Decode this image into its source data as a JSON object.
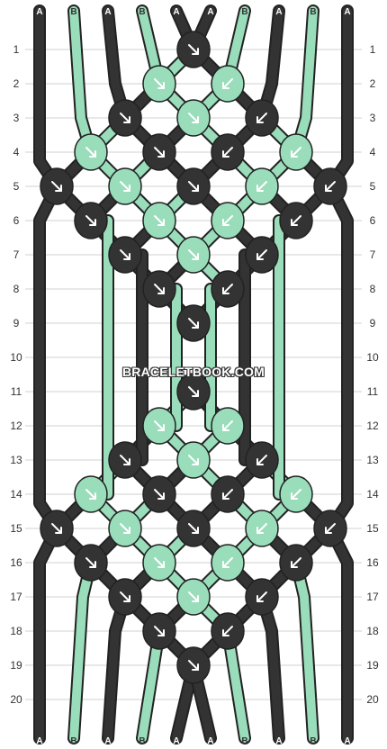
{
  "watermark": "BRACELETBOOK.COM",
  "colors": {
    "A": "#333333",
    "B": "#99DDBB",
    "grid": "#d0d0d0",
    "arrow": "#ffffff"
  },
  "strands_top": [
    "A",
    "B",
    "A",
    "B",
    "A",
    "A",
    "B",
    "A",
    "B",
    "A"
  ],
  "strands_bottom": [
    "A",
    "B",
    "A",
    "B",
    "A",
    "A",
    "B",
    "A",
    "B",
    "A"
  ],
  "row_labels": [
    "1",
    "2",
    "3",
    "4",
    "5",
    "6",
    "7",
    "8",
    "9",
    "10",
    "11",
    "12",
    "13",
    "14",
    "15",
    "16",
    "17",
    "18",
    "19",
    "20"
  ],
  "knots": [
    {
      "row": 1,
      "col": 4,
      "color": "A",
      "dir": "se"
    },
    {
      "row": 2,
      "col": 3,
      "color": "B",
      "dir": "se"
    },
    {
      "row": 2,
      "col": 5,
      "color": "B",
      "dir": "sw"
    },
    {
      "row": 3,
      "col": 2,
      "color": "A",
      "dir": "se"
    },
    {
      "row": 3,
      "col": 4,
      "color": "B",
      "dir": "se"
    },
    {
      "row": 3,
      "col": 6,
      "color": "A",
      "dir": "sw"
    },
    {
      "row": 4,
      "col": 1,
      "color": "B",
      "dir": "se"
    },
    {
      "row": 4,
      "col": 3,
      "color": "A",
      "dir": "se"
    },
    {
      "row": 4,
      "col": 5,
      "color": "A",
      "dir": "sw"
    },
    {
      "row": 4,
      "col": 7,
      "color": "B",
      "dir": "sw"
    },
    {
      "row": 5,
      "col": 0,
      "color": "A",
      "dir": "se"
    },
    {
      "row": 5,
      "col": 2,
      "color": "B",
      "dir": "se"
    },
    {
      "row": 5,
      "col": 4,
      "color": "A",
      "dir": "se"
    },
    {
      "row": 5,
      "col": 6,
      "color": "B",
      "dir": "sw"
    },
    {
      "row": 5,
      "col": 8,
      "color": "A",
      "dir": "sw"
    },
    {
      "row": 6,
      "col": 1,
      "color": "A",
      "dir": "se"
    },
    {
      "row": 6,
      "col": 3,
      "color": "B",
      "dir": "se"
    },
    {
      "row": 6,
      "col": 5,
      "color": "B",
      "dir": "sw"
    },
    {
      "row": 6,
      "col": 7,
      "color": "A",
      "dir": "sw"
    },
    {
      "row": 7,
      "col": 2,
      "color": "A",
      "dir": "se"
    },
    {
      "row": 7,
      "col": 4,
      "color": "B",
      "dir": "se"
    },
    {
      "row": 7,
      "col": 6,
      "color": "A",
      "dir": "sw"
    },
    {
      "row": 8,
      "col": 3,
      "color": "A",
      "dir": "se"
    },
    {
      "row": 8,
      "col": 5,
      "color": "A",
      "dir": "sw"
    },
    {
      "row": 9,
      "col": 4,
      "color": "A",
      "dir": "se"
    },
    {
      "row": 11,
      "col": 4,
      "color": "A",
      "dir": "se"
    },
    {
      "row": 12,
      "col": 3,
      "color": "B",
      "dir": "se"
    },
    {
      "row": 12,
      "col": 5,
      "color": "B",
      "dir": "sw"
    },
    {
      "row": 13,
      "col": 2,
      "color": "A",
      "dir": "se"
    },
    {
      "row": 13,
      "col": 4,
      "color": "B",
      "dir": "se"
    },
    {
      "row": 13,
      "col": 6,
      "color": "A",
      "dir": "sw"
    },
    {
      "row": 14,
      "col": 1,
      "color": "B",
      "dir": "se"
    },
    {
      "row": 14,
      "col": 3,
      "color": "A",
      "dir": "se"
    },
    {
      "row": 14,
      "col": 5,
      "color": "A",
      "dir": "sw"
    },
    {
      "row": 14,
      "col": 7,
      "color": "B",
      "dir": "sw"
    },
    {
      "row": 15,
      "col": 0,
      "color": "A",
      "dir": "se"
    },
    {
      "row": 15,
      "col": 2,
      "color": "B",
      "dir": "se"
    },
    {
      "row": 15,
      "col": 4,
      "color": "A",
      "dir": "se"
    },
    {
      "row": 15,
      "col": 6,
      "color": "B",
      "dir": "sw"
    },
    {
      "row": 15,
      "col": 8,
      "color": "A",
      "dir": "sw"
    },
    {
      "row": 16,
      "col": 1,
      "color": "A",
      "dir": "se"
    },
    {
      "row": 16,
      "col": 3,
      "color": "B",
      "dir": "se"
    },
    {
      "row": 16,
      "col": 5,
      "color": "B",
      "dir": "sw"
    },
    {
      "row": 16,
      "col": 7,
      "color": "A",
      "dir": "sw"
    },
    {
      "row": 17,
      "col": 2,
      "color": "A",
      "dir": "se"
    },
    {
      "row": 17,
      "col": 4,
      "color": "B",
      "dir": "se"
    },
    {
      "row": 17,
      "col": 6,
      "color": "A",
      "dir": "sw"
    },
    {
      "row": 18,
      "col": 3,
      "color": "A",
      "dir": "se"
    },
    {
      "row": 18,
      "col": 5,
      "color": "A",
      "dir": "sw"
    },
    {
      "row": 19,
      "col": 4,
      "color": "A",
      "dir": "se"
    }
  ],
  "vertical_threads": [
    {
      "col": 1,
      "color": "B",
      "from": 6,
      "to": 14
    },
    {
      "col": 2,
      "color": "A",
      "from": 7,
      "to": 13
    },
    {
      "col": 3,
      "color": "B",
      "from": 8,
      "to": 12
    },
    {
      "col": 4,
      "color": "A",
      "from": 9,
      "to": 11
    },
    {
      "col": 5,
      "color": "B",
      "from": 8,
      "to": 12
    },
    {
      "col": 6,
      "color": "A",
      "from": 7,
      "to": 13
    },
    {
      "col": 7,
      "color": "B",
      "from": 6,
      "to": 14
    }
  ]
}
